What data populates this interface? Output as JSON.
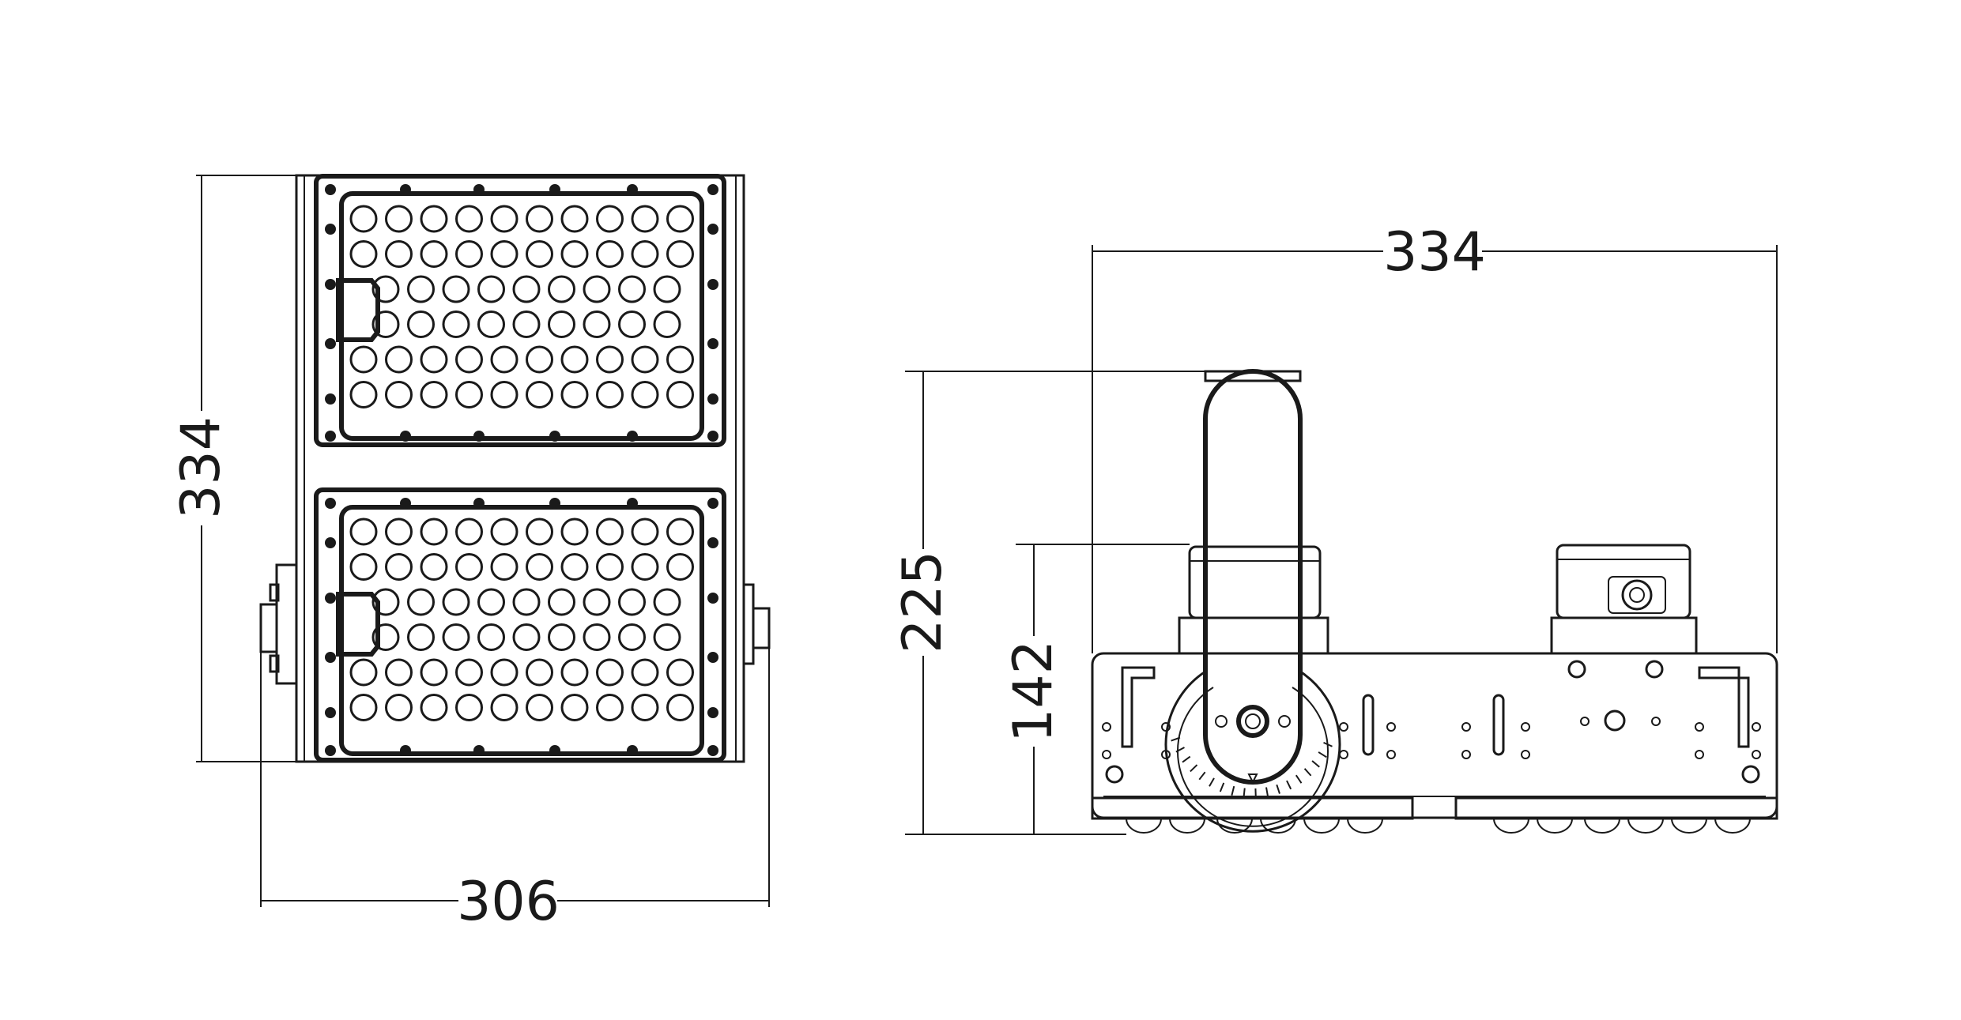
{
  "dimensions": {
    "front_height": "334",
    "front_width": "306",
    "side_width": "334",
    "side_total_height": "225",
    "side_body_height": "142"
  }
}
